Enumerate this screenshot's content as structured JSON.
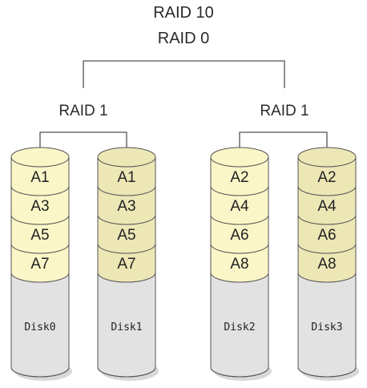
{
  "titles": {
    "line1": "RAID 10",
    "line2": "RAID 0"
  },
  "groups": [
    {
      "label": "RAID 1",
      "disks": [
        {
          "name": "Disk0",
          "blocks": [
            "A1",
            "A3",
            "A5",
            "A7"
          ]
        },
        {
          "name": "Disk1",
          "blocks": [
            "A1",
            "A3",
            "A5",
            "A7"
          ]
        }
      ]
    },
    {
      "label": "RAID 1",
      "disks": [
        {
          "name": "Disk2",
          "blocks": [
            "A2",
            "A4",
            "A6",
            "A8"
          ]
        },
        {
          "name": "Disk3",
          "blocks": [
            "A2",
            "A4",
            "A6",
            "A8"
          ]
        }
      ]
    }
  ],
  "colors": {
    "primary_disk_band": "#fbf6c8",
    "mirror_disk_band": "#ede7b6",
    "disk_body": "#e2e2e2",
    "outline": "#555555"
  }
}
